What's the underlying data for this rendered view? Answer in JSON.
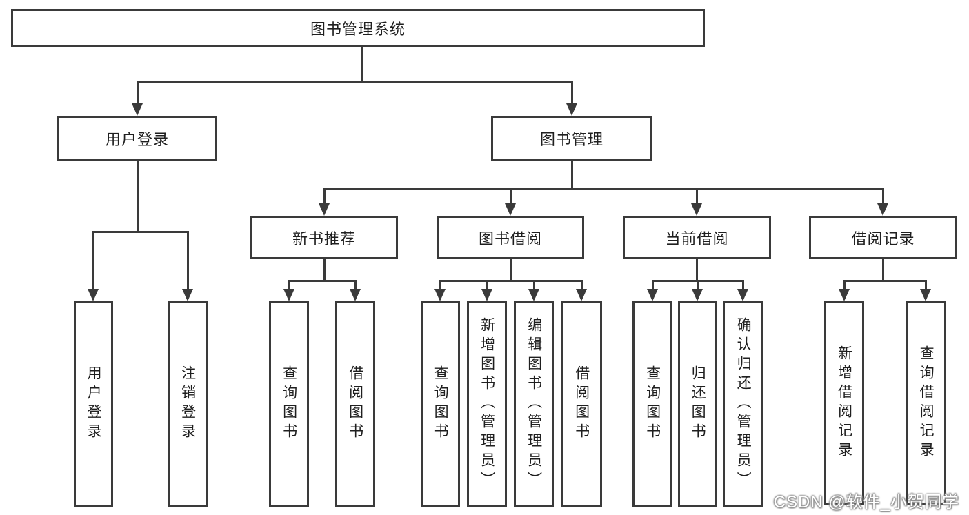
{
  "colors": {
    "line": "#3a3a3a",
    "text": "#1f1f1f",
    "canvas": "#ffffff",
    "watermark": "#ffffff",
    "watermark_outline": "#8c8c8c"
  },
  "tree": {
    "root": {
      "label": "图书管理系统"
    },
    "level2": [
      {
        "label": "用户登录"
      },
      {
        "label": "图书管理"
      }
    ],
    "level3": [
      {
        "label": "新书推荐"
      },
      {
        "label": "图书借阅"
      },
      {
        "label": "当前借阅"
      },
      {
        "label": "借阅记录"
      }
    ],
    "leaves": {
      "user_login": [
        {
          "label": "用户登录"
        },
        {
          "label": "注销登录"
        }
      ],
      "new_book_recommend": [
        {
          "label": "查询图书"
        },
        {
          "label": "借阅图书"
        }
      ],
      "book_borrow": [
        {
          "label": "查询图书"
        },
        {
          "label": "新增图书（管理员）"
        },
        {
          "label": "编辑图书（管理员）"
        },
        {
          "label": "借阅图书"
        }
      ],
      "current_borrow": [
        {
          "label": "查询图书"
        },
        {
          "label": "归还图书"
        },
        {
          "label": "确认归还（管理员）"
        }
      ],
      "borrow_records": [
        {
          "label": "新增借阅记录"
        },
        {
          "label": "查询借阅记录"
        }
      ]
    }
  },
  "watermark": {
    "text": "CSDN @软件_小贺同学"
  }
}
